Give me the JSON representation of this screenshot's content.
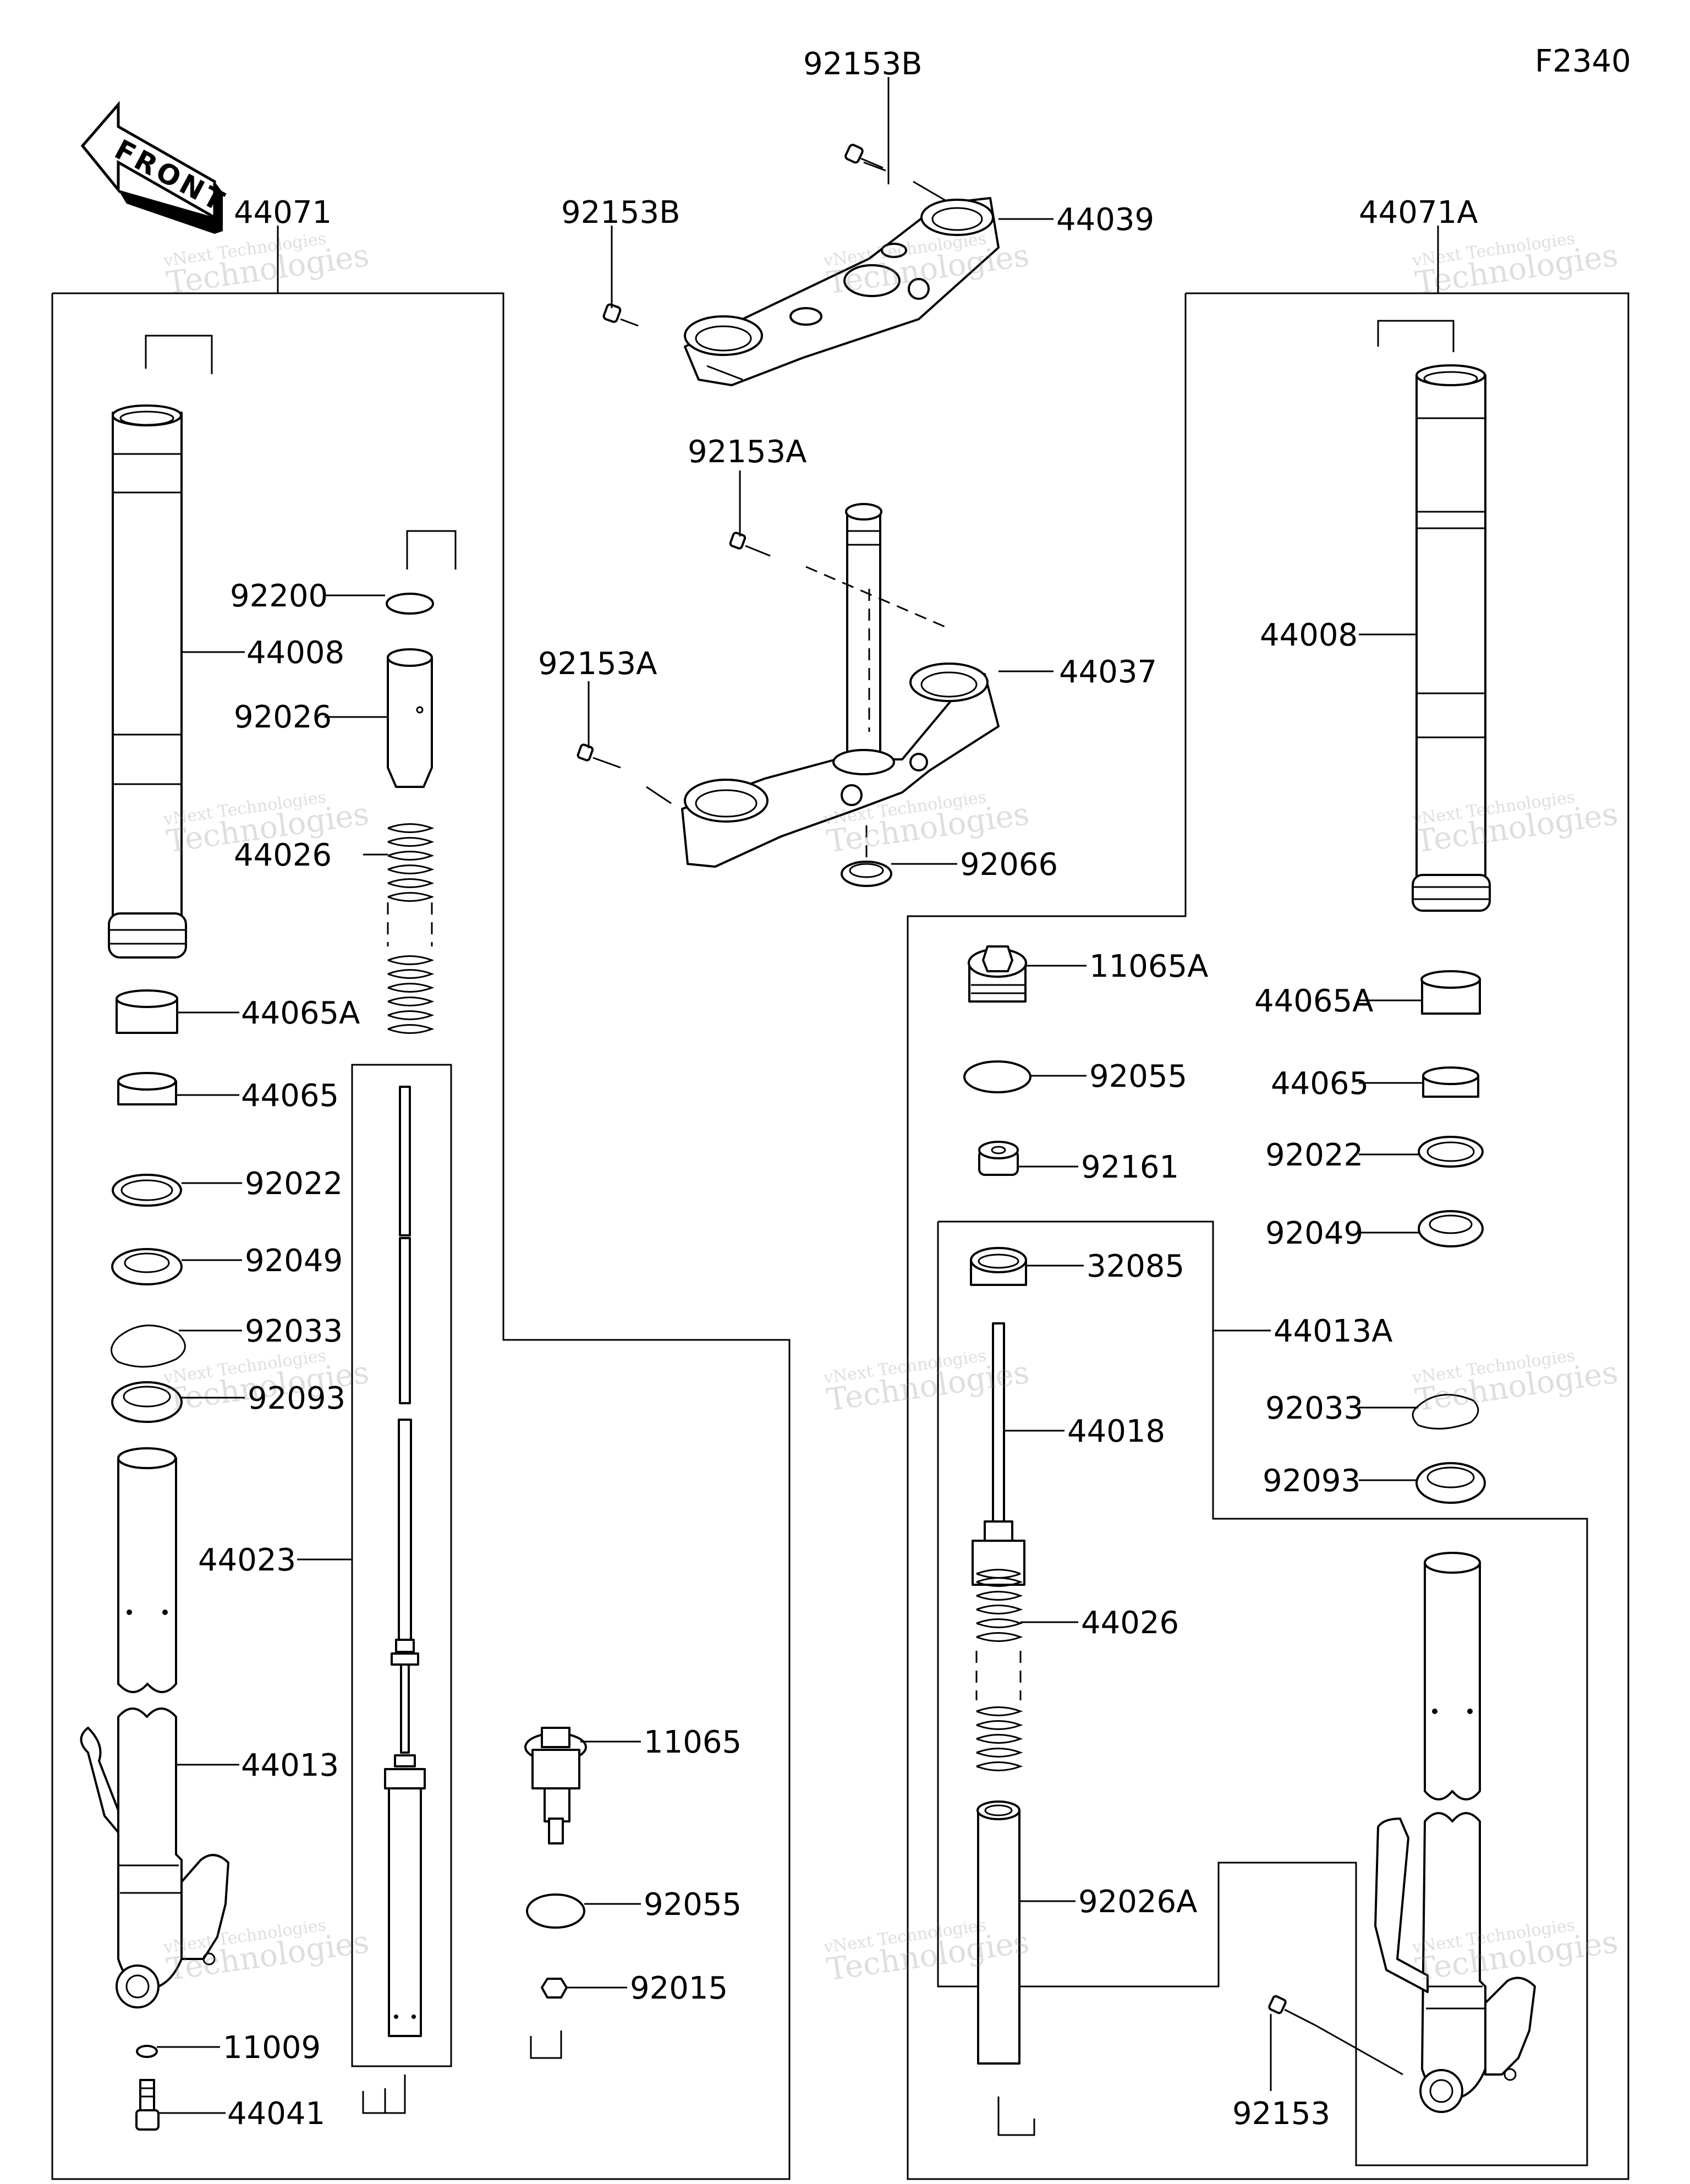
{
  "figure_code": "F2340",
  "front_label": "FRONT",
  "watermark": {
    "line1": "vNext Technologies",
    "line2": "Technologies"
  },
  "parts": {
    "p92153B_top": "92153B",
    "p44039": "44039",
    "p92153B_left": "92153B",
    "p92153A_top": "92153A",
    "p44037": "44037",
    "p92153A_left": "92153A",
    "p92066": "92066",
    "p44071": "44071",
    "p92200": "92200",
    "p44008_left": "44008",
    "p92026": "92026",
    "p44026_left": "44026",
    "p44065A_left": "44065A",
    "p44065_left": "44065",
    "p92022_left": "92022",
    "p92049_left": "92049",
    "p92033_left": "92033",
    "p92093_left": "92093",
    "p44023": "44023",
    "p44013": "44013",
    "p11009": "11009",
    "p44041": "44041",
    "p11065": "11065",
    "p92055_mid": "92055",
    "p92015": "92015",
    "p44071A": "44071A",
    "p44008_right": "44008",
    "p11065A": "11065A",
    "p92055_right": "92055",
    "p92161": "92161",
    "p44065A_right": "44065A",
    "p44065_right": "44065",
    "p92022_right": "92022",
    "p92049_right": "92049",
    "p32085": "32085",
    "p44013A": "44013A",
    "p44018": "44018",
    "p92033_right": "92033",
    "p92093_right": "92093",
    "p44026_right": "44026",
    "p92026A": "92026A",
    "p92153": "92153"
  }
}
